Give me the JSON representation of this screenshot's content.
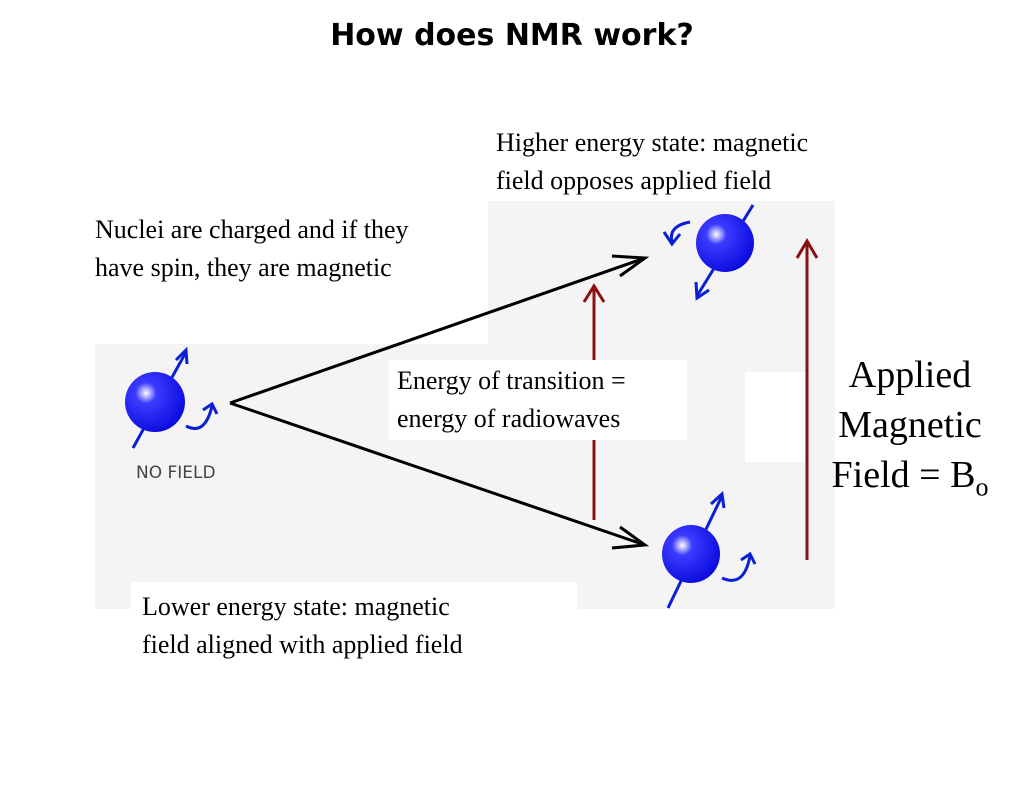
{
  "title": "How does NMR work?",
  "labels": {
    "higher_line1": "Higher energy state: magnetic",
    "higher_line2": "field opposes applied field",
    "nuclei_line1": "Nuclei are charged and if they",
    "nuclei_line2": "have spin, they are magnetic",
    "transition_line1": "Energy of transition =",
    "transition_line2": "energy of radiowaves",
    "lower_line1": "Lower energy state: magnetic",
    "lower_line2": "field aligned with applied field",
    "no_field": "NO FIELD",
    "applied_line1": "Applied",
    "applied_line2": "Magnetic",
    "applied_line3_text": "Field = B",
    "applied_line3_sub": "o"
  },
  "colors": {
    "nucleus": "#1a1aff",
    "spin_arrow": "#0b1fd6",
    "transition_arrow": "#8b1010",
    "line": "#000000"
  }
}
